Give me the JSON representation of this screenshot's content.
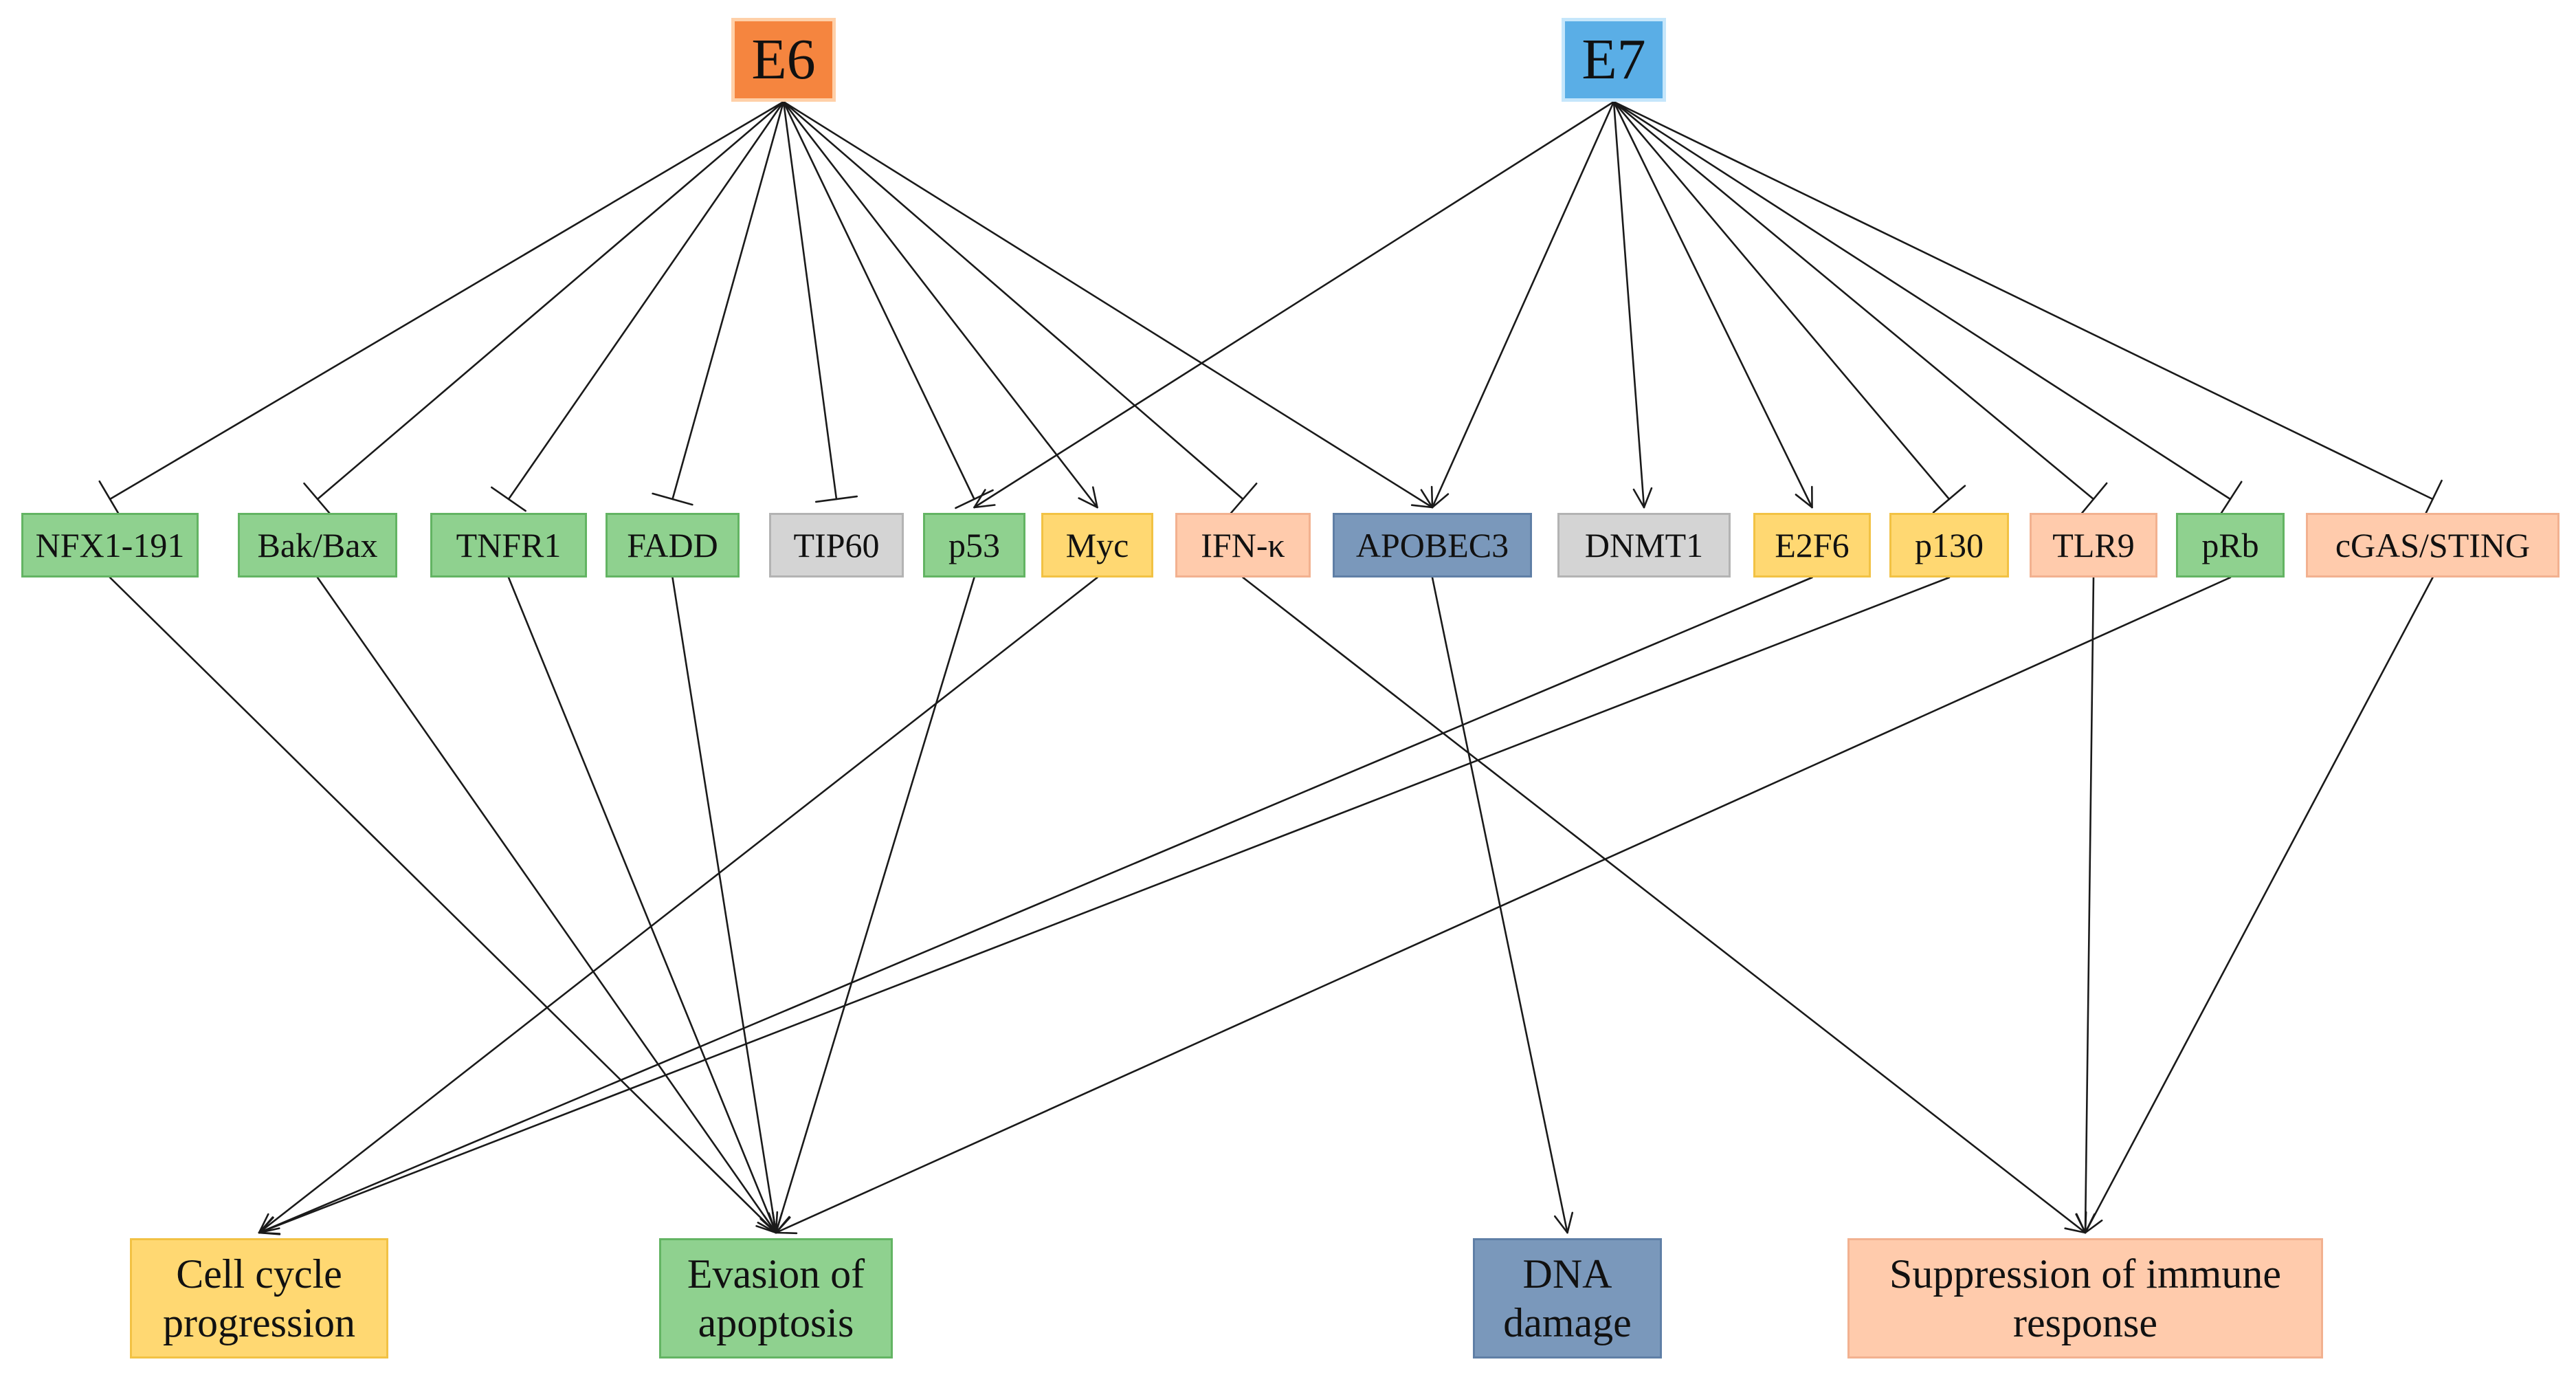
{
  "colors": {
    "orange_fill": "#f5853f",
    "orange_border": "#ffd0a8",
    "blue_fill": "#5aaee6",
    "blue_border": "#c5e6fb",
    "green_fill": "#8fd18f",
    "green_border": "#63b463",
    "gray_fill": "#d4d4d4",
    "gray_border": "#b3b3b3",
    "yellow_fill": "#ffd872",
    "yellow_border": "#f2c244",
    "peach_fill": "#ffcbac",
    "peach_border": "#f2b190",
    "slate_fill": "#7a98bb",
    "slate_border": "#5f7fa6",
    "edge": "#1a1a1a"
  },
  "nodes": [
    {
      "id": "e6",
      "label": "E6",
      "tier": "top",
      "fill": "#f5853f",
      "border": "#ffd0a8"
    },
    {
      "id": "e7",
      "label": "E7",
      "tier": "top",
      "fill": "#5aaee6",
      "border": "#c5e6fb"
    },
    {
      "id": "nfx1",
      "label": "NFX1-191",
      "tier": "mid",
      "fill": "#8fd18f",
      "border": "#63b463"
    },
    {
      "id": "bakbax",
      "label": "Bak/Bax",
      "tier": "mid",
      "fill": "#8fd18f",
      "border": "#63b463"
    },
    {
      "id": "tnfr1",
      "label": "TNFR1",
      "tier": "mid",
      "fill": "#8fd18f",
      "border": "#63b463"
    },
    {
      "id": "fadd",
      "label": "FADD",
      "tier": "mid",
      "fill": "#8fd18f",
      "border": "#63b463"
    },
    {
      "id": "tip60",
      "label": "TIP60",
      "tier": "mid",
      "fill": "#d4d4d4",
      "border": "#b3b3b3"
    },
    {
      "id": "p53",
      "label": "p53",
      "tier": "mid",
      "fill": "#8fd18f",
      "border": "#63b463"
    },
    {
      "id": "myc",
      "label": "Myc",
      "tier": "mid",
      "fill": "#ffd872",
      "border": "#f2c244"
    },
    {
      "id": "ifnk",
      "label": "IFN-κ",
      "tier": "mid",
      "fill": "#ffcbac",
      "border": "#f2b190"
    },
    {
      "id": "apobec3",
      "label": "APOBEC3",
      "tier": "mid",
      "fill": "#7a98bb",
      "border": "#5f7fa6"
    },
    {
      "id": "dnmt1",
      "label": "DNMT1",
      "tier": "mid",
      "fill": "#d4d4d4",
      "border": "#b3b3b3"
    },
    {
      "id": "e2f6",
      "label": "E2F6",
      "tier": "mid",
      "fill": "#ffd872",
      "border": "#f2c244"
    },
    {
      "id": "p130",
      "label": "p130",
      "tier": "mid",
      "fill": "#ffd872",
      "border": "#f2c244"
    },
    {
      "id": "tlr9",
      "label": "TLR9",
      "tier": "mid",
      "fill": "#ffcbac",
      "border": "#f2b190"
    },
    {
      "id": "prb",
      "label": "pRb",
      "tier": "mid",
      "fill": "#8fd18f",
      "border": "#63b463"
    },
    {
      "id": "cgas",
      "label": "cGAS/STING",
      "tier": "mid",
      "fill": "#ffcbac",
      "border": "#f2b190"
    },
    {
      "id": "cellcycle",
      "label": "Cell cycle\nprogression",
      "tier": "out",
      "fill": "#ffd872",
      "border": "#f2c244"
    },
    {
      "id": "apoptosis",
      "label": "Evasion of\napoptosis",
      "tier": "out",
      "fill": "#8fd18f",
      "border": "#63b463"
    },
    {
      "id": "dna",
      "label": "DNA\ndamage",
      "tier": "out",
      "fill": "#7a98bb",
      "border": "#5f7fa6"
    },
    {
      "id": "immune",
      "label": "Suppression of immune\nresponse",
      "tier": "out",
      "fill": "#ffcbac",
      "border": "#f2b190"
    }
  ],
  "edges": [
    {
      "from": "e6",
      "to": "nfx1",
      "type": "inhibit"
    },
    {
      "from": "e6",
      "to": "bakbax",
      "type": "inhibit"
    },
    {
      "from": "e6",
      "to": "tnfr1",
      "type": "inhibit"
    },
    {
      "from": "e6",
      "to": "fadd",
      "type": "inhibit"
    },
    {
      "from": "e6",
      "to": "tip60",
      "type": "inhibit"
    },
    {
      "from": "e6",
      "to": "p53",
      "type": "inhibit"
    },
    {
      "from": "e6",
      "to": "myc",
      "type": "activate"
    },
    {
      "from": "e6",
      "to": "ifnk",
      "type": "inhibit"
    },
    {
      "from": "e6",
      "to": "apobec3",
      "type": "activate"
    },
    {
      "from": "e7",
      "to": "p53",
      "type": "activate"
    },
    {
      "from": "e7",
      "to": "apobec3",
      "type": "activate"
    },
    {
      "from": "e7",
      "to": "dnmt1",
      "type": "activate"
    },
    {
      "from": "e7",
      "to": "e2f6",
      "type": "activate"
    },
    {
      "from": "e7",
      "to": "p130",
      "type": "inhibit"
    },
    {
      "from": "e7",
      "to": "tlr9",
      "type": "inhibit"
    },
    {
      "from": "e7",
      "to": "prb",
      "type": "inhibit"
    },
    {
      "from": "e7",
      "to": "cgas",
      "type": "inhibit"
    },
    {
      "from": "nfx1",
      "to": "apoptosis",
      "type": "activate"
    },
    {
      "from": "bakbax",
      "to": "apoptosis",
      "type": "activate"
    },
    {
      "from": "tnfr1",
      "to": "apoptosis",
      "type": "activate"
    },
    {
      "from": "fadd",
      "to": "apoptosis",
      "type": "activate"
    },
    {
      "from": "p53",
      "to": "apoptosis",
      "type": "activate"
    },
    {
      "from": "prb",
      "to": "apoptosis",
      "type": "activate"
    },
    {
      "from": "myc",
      "to": "cellcycle",
      "type": "activate"
    },
    {
      "from": "e2f6",
      "to": "cellcycle",
      "type": "activate"
    },
    {
      "from": "p130",
      "to": "cellcycle",
      "type": "activate"
    },
    {
      "from": "apobec3",
      "to": "dna",
      "type": "activate"
    },
    {
      "from": "ifnk",
      "to": "immune",
      "type": "activate"
    },
    {
      "from": "tlr9",
      "to": "immune",
      "type": "activate"
    },
    {
      "from": "cgas",
      "to": "immune",
      "type": "activate"
    }
  ]
}
